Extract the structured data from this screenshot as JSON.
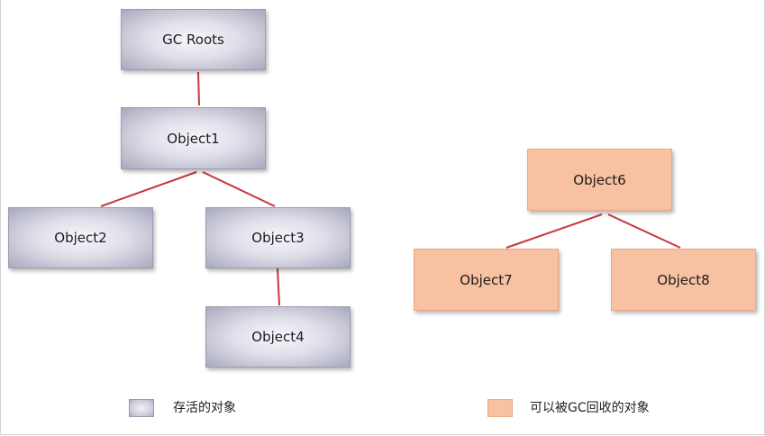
{
  "nodes": {
    "gc_roots": "GC  Roots",
    "object1": "Object1",
    "object2": "Object2",
    "object3": "Object3",
    "object4": "Object4",
    "object6": "Object6",
    "object7": "Object7",
    "object8": "Object8"
  },
  "legend": {
    "live_label": "存活的对象",
    "collectable_label": "可以被GC回收的对象"
  },
  "colors": {
    "live_node": "#c9c9d8",
    "collectable_node": "#f7c1a2",
    "connector": "#c8373c"
  }
}
